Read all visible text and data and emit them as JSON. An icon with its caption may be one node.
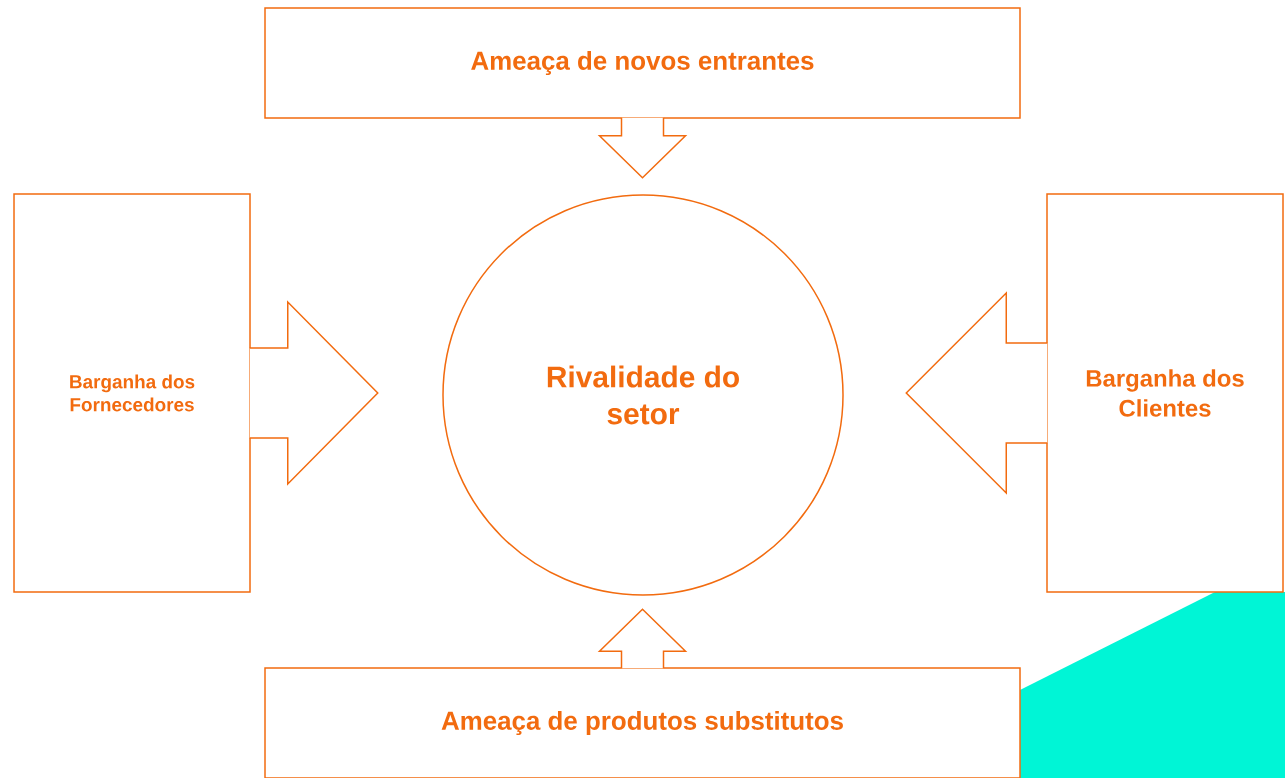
{
  "diagram": {
    "nodes": [
      {
        "text": [
          "Ameaça de novos entrantes"
        ]
      },
      {
        "text": [
          "Barganha dos Fornecedores"
        ]
      },
      {
        "text": [
          "Rivalidade do setor"
        ]
      },
      {
        "text": [
          "Barganha dos Clientes"
        ]
      },
      {
        "text": [
          "Ameaça de produtos substitutos"
        ]
      }
    ],
    "edges": [
      {
        "from": 0,
        "to": 2,
        "arrow": "to"
      },
      {
        "from": 1,
        "to": 2,
        "arrow": "to"
      },
      {
        "from": 3,
        "to": 2,
        "arrow": "to"
      },
      {
        "from": 4,
        "to": 2,
        "arrow": "to"
      }
    ]
  }
}
